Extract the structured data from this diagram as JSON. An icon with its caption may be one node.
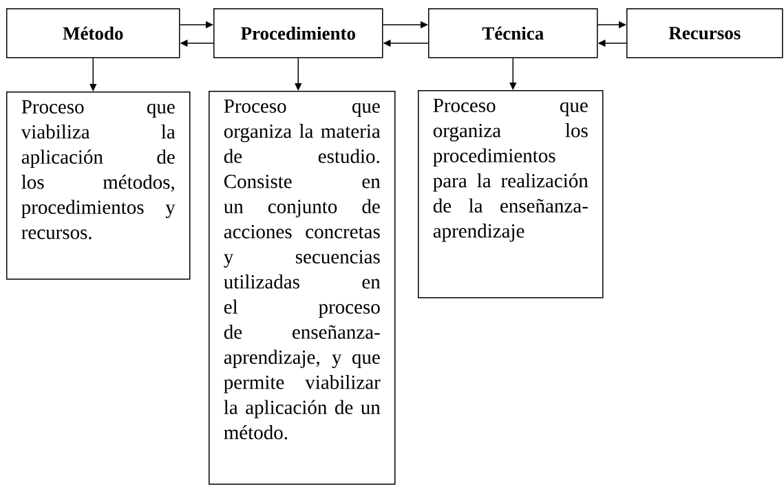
{
  "diagram": {
    "nodes": [
      {
        "text": [
          "Método"
        ]
      },
      {
        "text": [
          "Procedimiento"
        ]
      },
      {
        "text": [
          "Técnica"
        ]
      },
      {
        "text": [
          "Recursos"
        ]
      },
      {
        "text": [
          "Proceso que viabiliza la aplicación de los métodos, procedimientos y recursos."
        ]
      },
      {
        "text": [
          "Proceso que organiza la materia de estudio. Consiste en un conjunto de acciones concretas y secuencias utilizadas en el proceso de enseñanza-aprendizaje, y que permite viabilizar la aplicación de un método."
        ]
      },
      {
        "text": [
          "Proceso que organiza los procedimientos para la realización de la enseñanza-aprendizaje"
        ]
      }
    ],
    "edges": [
      {
        "from": 0,
        "to": 1,
        "arrow": "to"
      },
      {
        "from": 1,
        "to": 0,
        "arrow": "to"
      },
      {
        "from": 1,
        "to": 2,
        "arrow": "to"
      },
      {
        "from": 2,
        "to": 1,
        "arrow": "to"
      },
      {
        "from": 2,
        "to": 3,
        "arrow": "to"
      },
      {
        "from": 3,
        "to": 2,
        "arrow": "to"
      },
      {
        "from": 0,
        "to": 4,
        "arrow": "to"
      },
      {
        "from": 1,
        "to": 5,
        "arrow": "to"
      },
      {
        "from": 2,
        "to": 6,
        "arrow": "to"
      }
    ]
  }
}
